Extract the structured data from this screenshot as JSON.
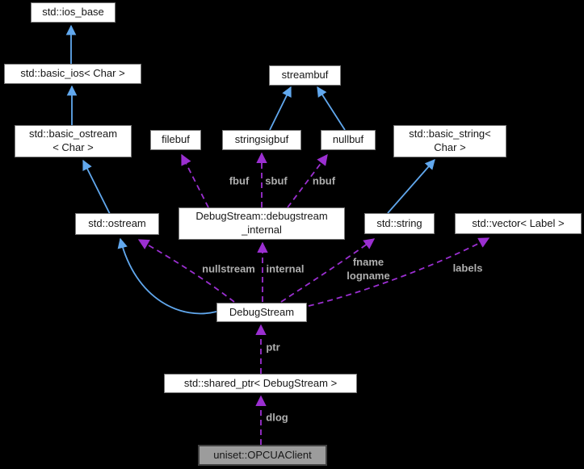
{
  "diagram": {
    "kind": "class-collaboration-graph",
    "nodes": [
      {
        "id": "std-ios-base",
        "label": "std::ios_base"
      },
      {
        "id": "std-basic-ios",
        "label": "std::basic_ios< Char >"
      },
      {
        "id": "std-basic-ostream",
        "label": "std::basic_ostream\n< Char >"
      },
      {
        "id": "filebuf",
        "label": "filebuf"
      },
      {
        "id": "streambuf",
        "label": "streambuf"
      },
      {
        "id": "stringsigbuf",
        "label": "stringsigbuf"
      },
      {
        "id": "nullbuf",
        "label": "nullbuf"
      },
      {
        "id": "std-basic-string",
        "label": "std::basic_string<\nChar >"
      },
      {
        "id": "std-ostream",
        "label": "std::ostream"
      },
      {
        "id": "debugstream-internal",
        "label": "DebugStream::debugstream\n_internal"
      },
      {
        "id": "std-string",
        "label": "std::string"
      },
      {
        "id": "std-vector-label",
        "label": "std::vector< Label >"
      },
      {
        "id": "debugstream",
        "label": "DebugStream"
      },
      {
        "id": "std-shared-ptr",
        "label": "std::shared_ptr< DebugStream >"
      },
      {
        "id": "uniset-opcuaclient",
        "label": "uniset::OPCUAClient"
      }
    ],
    "edge_labels": [
      {
        "id": "fbuf",
        "text": "fbuf"
      },
      {
        "id": "sbuf",
        "text": "sbuf"
      },
      {
        "id": "nbuf",
        "text": "nbuf"
      },
      {
        "id": "nullstream",
        "text": "nullstream"
      },
      {
        "id": "internal",
        "text": "internal"
      },
      {
        "id": "fname-logname",
        "text": "fname\nlogname"
      },
      {
        "id": "labels",
        "text": "labels"
      },
      {
        "id": "ptr",
        "text": "ptr"
      },
      {
        "id": "dlog",
        "text": "dlog"
      }
    ],
    "colors": {
      "background": "#000000",
      "node_fill": "#ffffff",
      "node_border": "#787878",
      "node_text": "#161616",
      "highlight_fill": "#9c9c9c",
      "highlight_border": "#424242",
      "inheritance_edge": "#61a8ee",
      "usage_edge": "#9b2fd1",
      "edge_label_text": "#afafaf"
    }
  }
}
